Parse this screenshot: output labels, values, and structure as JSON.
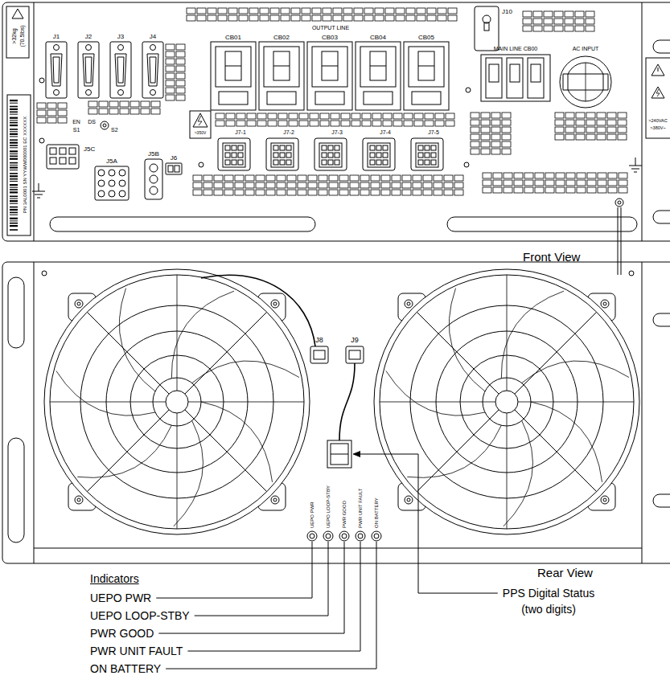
{
  "diagram": {
    "labels": [
      ">32kg",
      "(70.5lbs)",
      "PN 3AL0001 SN YYWW000001 EC XXXXXX",
      "J1",
      "J2",
      "J3",
      "J4",
      "EN",
      "S1",
      "DS",
      "S2",
      "J5C",
      "J5A",
      "J5B",
      "J6",
      "OUTPUT LINE",
      "CB01",
      "CB02",
      "CB03",
      "CB04",
      "CB05",
      "J10",
      "MAIN LINE CB00",
      "AC INPUT",
      ">350V",
      "J7-1",
      "J7-2",
      "J7-3",
      "J7-4",
      "J7-5",
      ">240VAC",
      ">380V~",
      "Front View",
      "J8",
      "J9",
      "UEPO PWR",
      "UEPO LOOP-STBY",
      "PWR GOOD",
      "PWR UNIT FAULT",
      "ON BATTERY",
      "Rear View",
      "Indicators",
      "UEPO PWR",
      "UEPO LOOP-STBY",
      "PWR GOOD",
      "PWR UNIT FAULT",
      "ON BATTERY",
      "PPS Digital Status",
      "(two digits)"
    ]
  }
}
